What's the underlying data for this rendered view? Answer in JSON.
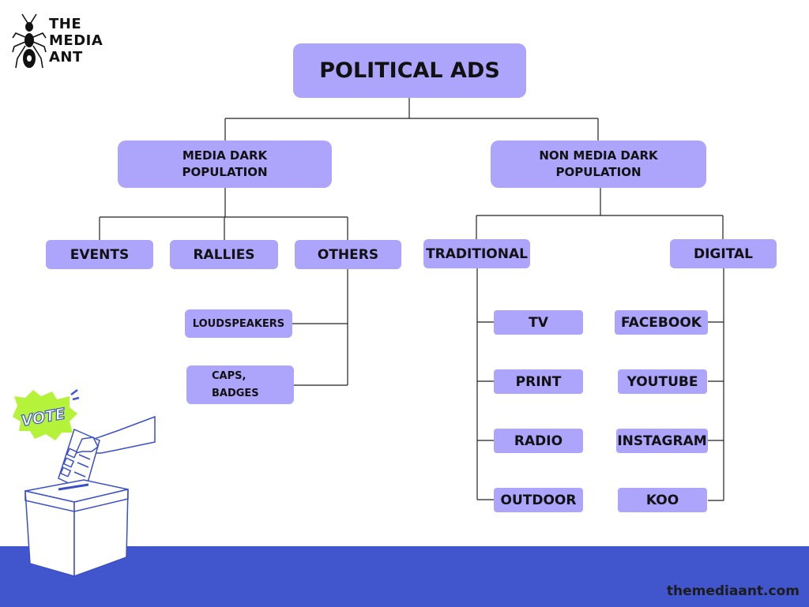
{
  "brand": {
    "logo_lines": [
      "THE",
      "MEDIA",
      "ANT"
    ],
    "site_url": "themediaant.com"
  },
  "diagram": {
    "root": "POLITICAL ADS",
    "branches": {
      "media_dark": "MEDIA DARK POPULATION",
      "non_media_dark": "NON MEDIA DARK POPULATION"
    },
    "media_dark_children": {
      "events": "EVENTS",
      "rallies": "RALLIES",
      "others": "OTHERS"
    },
    "others_children": {
      "loudspeakers": "LOUDSPEAKERS",
      "caps_badges": "CAPS, BADGES"
    },
    "non_media_dark_children": {
      "traditional": "TRADITIONAL",
      "digital": "DIGITAL"
    },
    "traditional_children": [
      "TV",
      "PRINT",
      "RADIO",
      "OUTDOOR"
    ],
    "digital_children": [
      "FACEBOOK",
      "YOUTUBE",
      "INSTAGRAM",
      "KOO"
    ]
  },
  "illustration": {
    "vote_badge": "VOTE",
    "ballot_icon": "ballot-box-icon"
  },
  "colors": {
    "box_fill": "#ada4fb",
    "footer": "#4155cd",
    "vote_badge": "#b5f33a"
  }
}
